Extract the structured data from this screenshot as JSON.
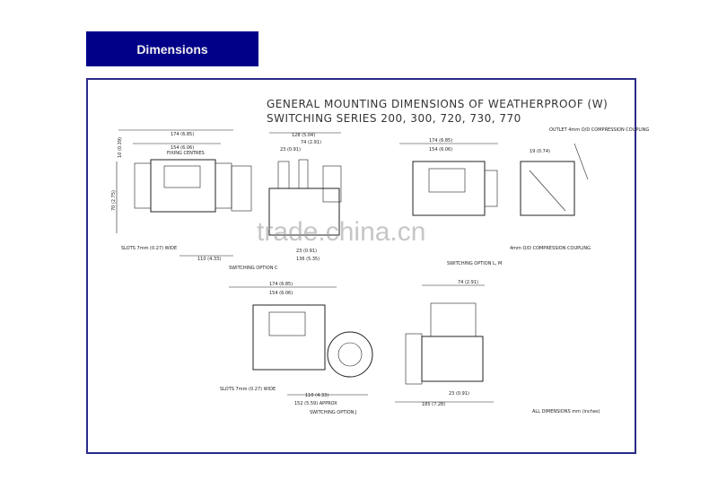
{
  "header": {
    "title": "Dimensions"
  },
  "drawing": {
    "title_line1": "GENERAL MOUNTING DIMENSIONS OF WEATHERPROOF (W)",
    "title_line2": "SWITCHING SERIES 200, 300, 720, 730, 770",
    "dims": {
      "width_174": "174 (6.85)",
      "width_154": "154 (6.06)",
      "fixing": "FIXING CENTRES",
      "d10": "10 (0.39)",
      "d70": "70 (2.75)",
      "d110": "110 (4.33)",
      "d128": "128 (5.04)",
      "d74": "74 (2.91)",
      "d23": "23 (0.91)",
      "d136": "136 (5.35)",
      "d19": "19 (0.74)",
      "d152": "152 (5.59) APPROX",
      "d185": "185 (7.28)",
      "slots": "SLOTS 7mm (0.27) WIDE",
      "outlet": "OUTLET 4mm O/D COMPRESSION COUPLING",
      "coupling": "4mm O/D COMPRESSION COUPLING"
    },
    "captions": {
      "c": "SWITCHING OPTION C",
      "lm": "SWITCHING OPTION L, M",
      "j": "SWITCHING OPTION J"
    },
    "note": "ALL DIMENSIONS mm (inches)"
  },
  "watermark": "trade.china.cn",
  "colors": {
    "title_bg": "#000088",
    "frame_border": "#2a2a8a"
  }
}
